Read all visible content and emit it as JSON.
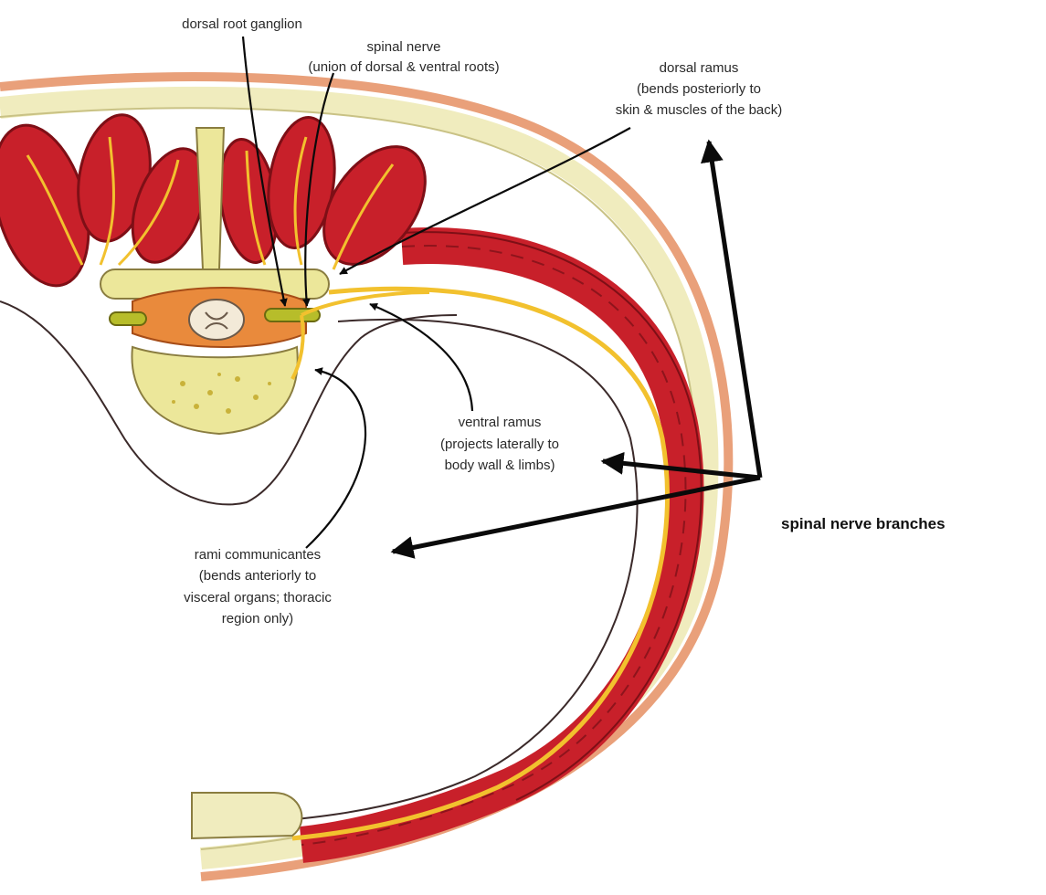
{
  "labels": {
    "drg": "dorsal root ganglion",
    "spinal_nerve_1": "spinal nerve",
    "spinal_nerve_2": "(union of dorsal & ventral roots)",
    "dorsal_ramus_1": "dorsal ramus",
    "dorsal_ramus_2": "(bends posteriorly to",
    "dorsal_ramus_3": "skin & muscles of the back)",
    "ventral_ramus_1": "ventral ramus",
    "ventral_ramus_2": "(projects laterally to",
    "ventral_ramus_3": "body wall & limbs)",
    "rami_1": "rami communicantes",
    "rami_2": "(bends anteriorly to",
    "rami_3": "visceral organs; thoracic",
    "rami_4": "region only)",
    "branches": "spinal nerve branches"
  },
  "colors": {
    "skin": "#e9a07a",
    "fat": "#f0ecbe",
    "muscle": "#c8202a",
    "muscle_dark": "#7e0f16",
    "nerve": "#f2c12e",
    "bone": "#ece79a",
    "outline": "#3b2a2a",
    "arrow": "#0a0a0a"
  }
}
